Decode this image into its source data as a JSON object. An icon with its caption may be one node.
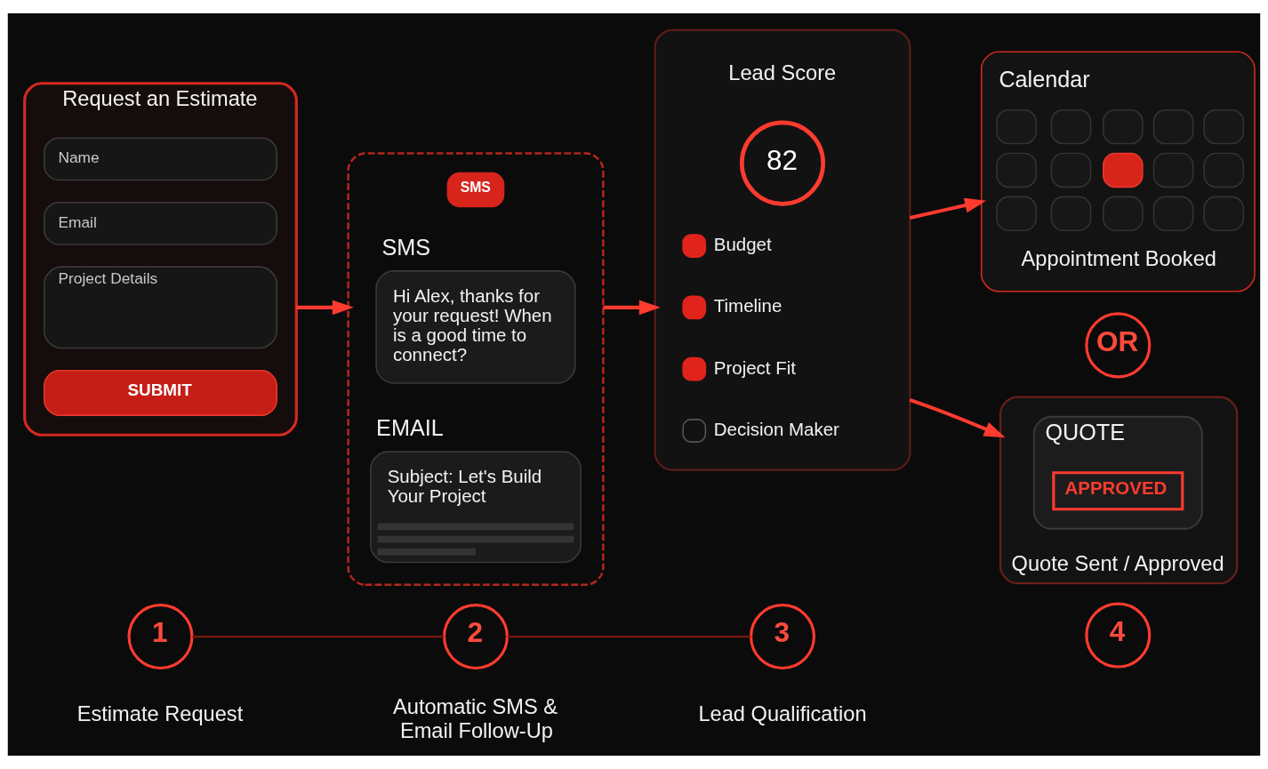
{
  "diagram": {
    "nodes": [
      {
        "text": [
          "Request an Estimate"
        ]
      },
      {
        "text": [
          "Name"
        ],
        "in": 0
      },
      {
        "text": [
          "Email"
        ],
        "in": 0
      },
      {
        "text": [
          "Project Details"
        ],
        "in": 0
      },
      {
        "text": [
          "SUBMIT"
        ],
        "in": 0
      },
      {
        "text": [],
        "shape": "ellipse"
      },
      {
        "text": [
          "SMS"
        ],
        "in": 5
      },
      {
        "text": [
          "SMS",
          "Hi Alex, thanks for your request! When is a good time to connect?"
        ],
        "in": 5
      },
      {
        "text": [
          "EMAIL",
          "Subject: Let's Build Your Project"
        ],
        "in": 5
      },
      {
        "text": [],
        "shape": "box"
      },
      {
        "text": [
          "82"
        ],
        "beside": [
          "Lead Score"
        ],
        "in": 9
      },
      {
        "text": [
          "Budget"
        ],
        "in": 9
      },
      {
        "text": [
          "Timeline"
        ],
        "in": 9
      },
      {
        "text": [
          "Project Fit"
        ],
        "in": 9
      },
      {
        "text": [
          "Decision Maker"
        ],
        "in": 9
      },
      {
        "text": [
          "Calendar",
          "Appointment Booked"
        ]
      },
      {
        "text": [
          "OR"
        ]
      },
      {
        "text": [
          "Quote Sent / Approved"
        ]
      },
      {
        "text": [
          "QUOTE"
        ],
        "in": 17
      },
      {
        "text": [
          "APPROVED"
        ],
        "in": 18
      },
      {
        "text": [
          "1"
        ],
        "beside": [
          "Estimate Request"
        ]
      },
      {
        "text": [
          "2"
        ],
        "beside": [
          "Automatic SMS & Email Follow-Up"
        ]
      },
      {
        "text": [
          "3"
        ],
        "beside": [
          "Lead Qualification"
        ]
      },
      {
        "text": [
          "4"
        ]
      }
    ],
    "edges": [
      {
        "from": 0,
        "to": 5,
        "arrow": "to"
      },
      {
        "from": 5,
        "to": 9,
        "arrow": "to"
      },
      {
        "from": 9,
        "to": 15,
        "arrow": "to"
      },
      {
        "from": 9,
        "to": 17,
        "arrow": "to"
      },
      {
        "from": 20,
        "to": 21,
        "arrow": "none",
        "color": "#7a1812"
      },
      {
        "from": 21,
        "to": 22,
        "arrow": "none",
        "color": "#7a1812"
      }
    ]
  }
}
